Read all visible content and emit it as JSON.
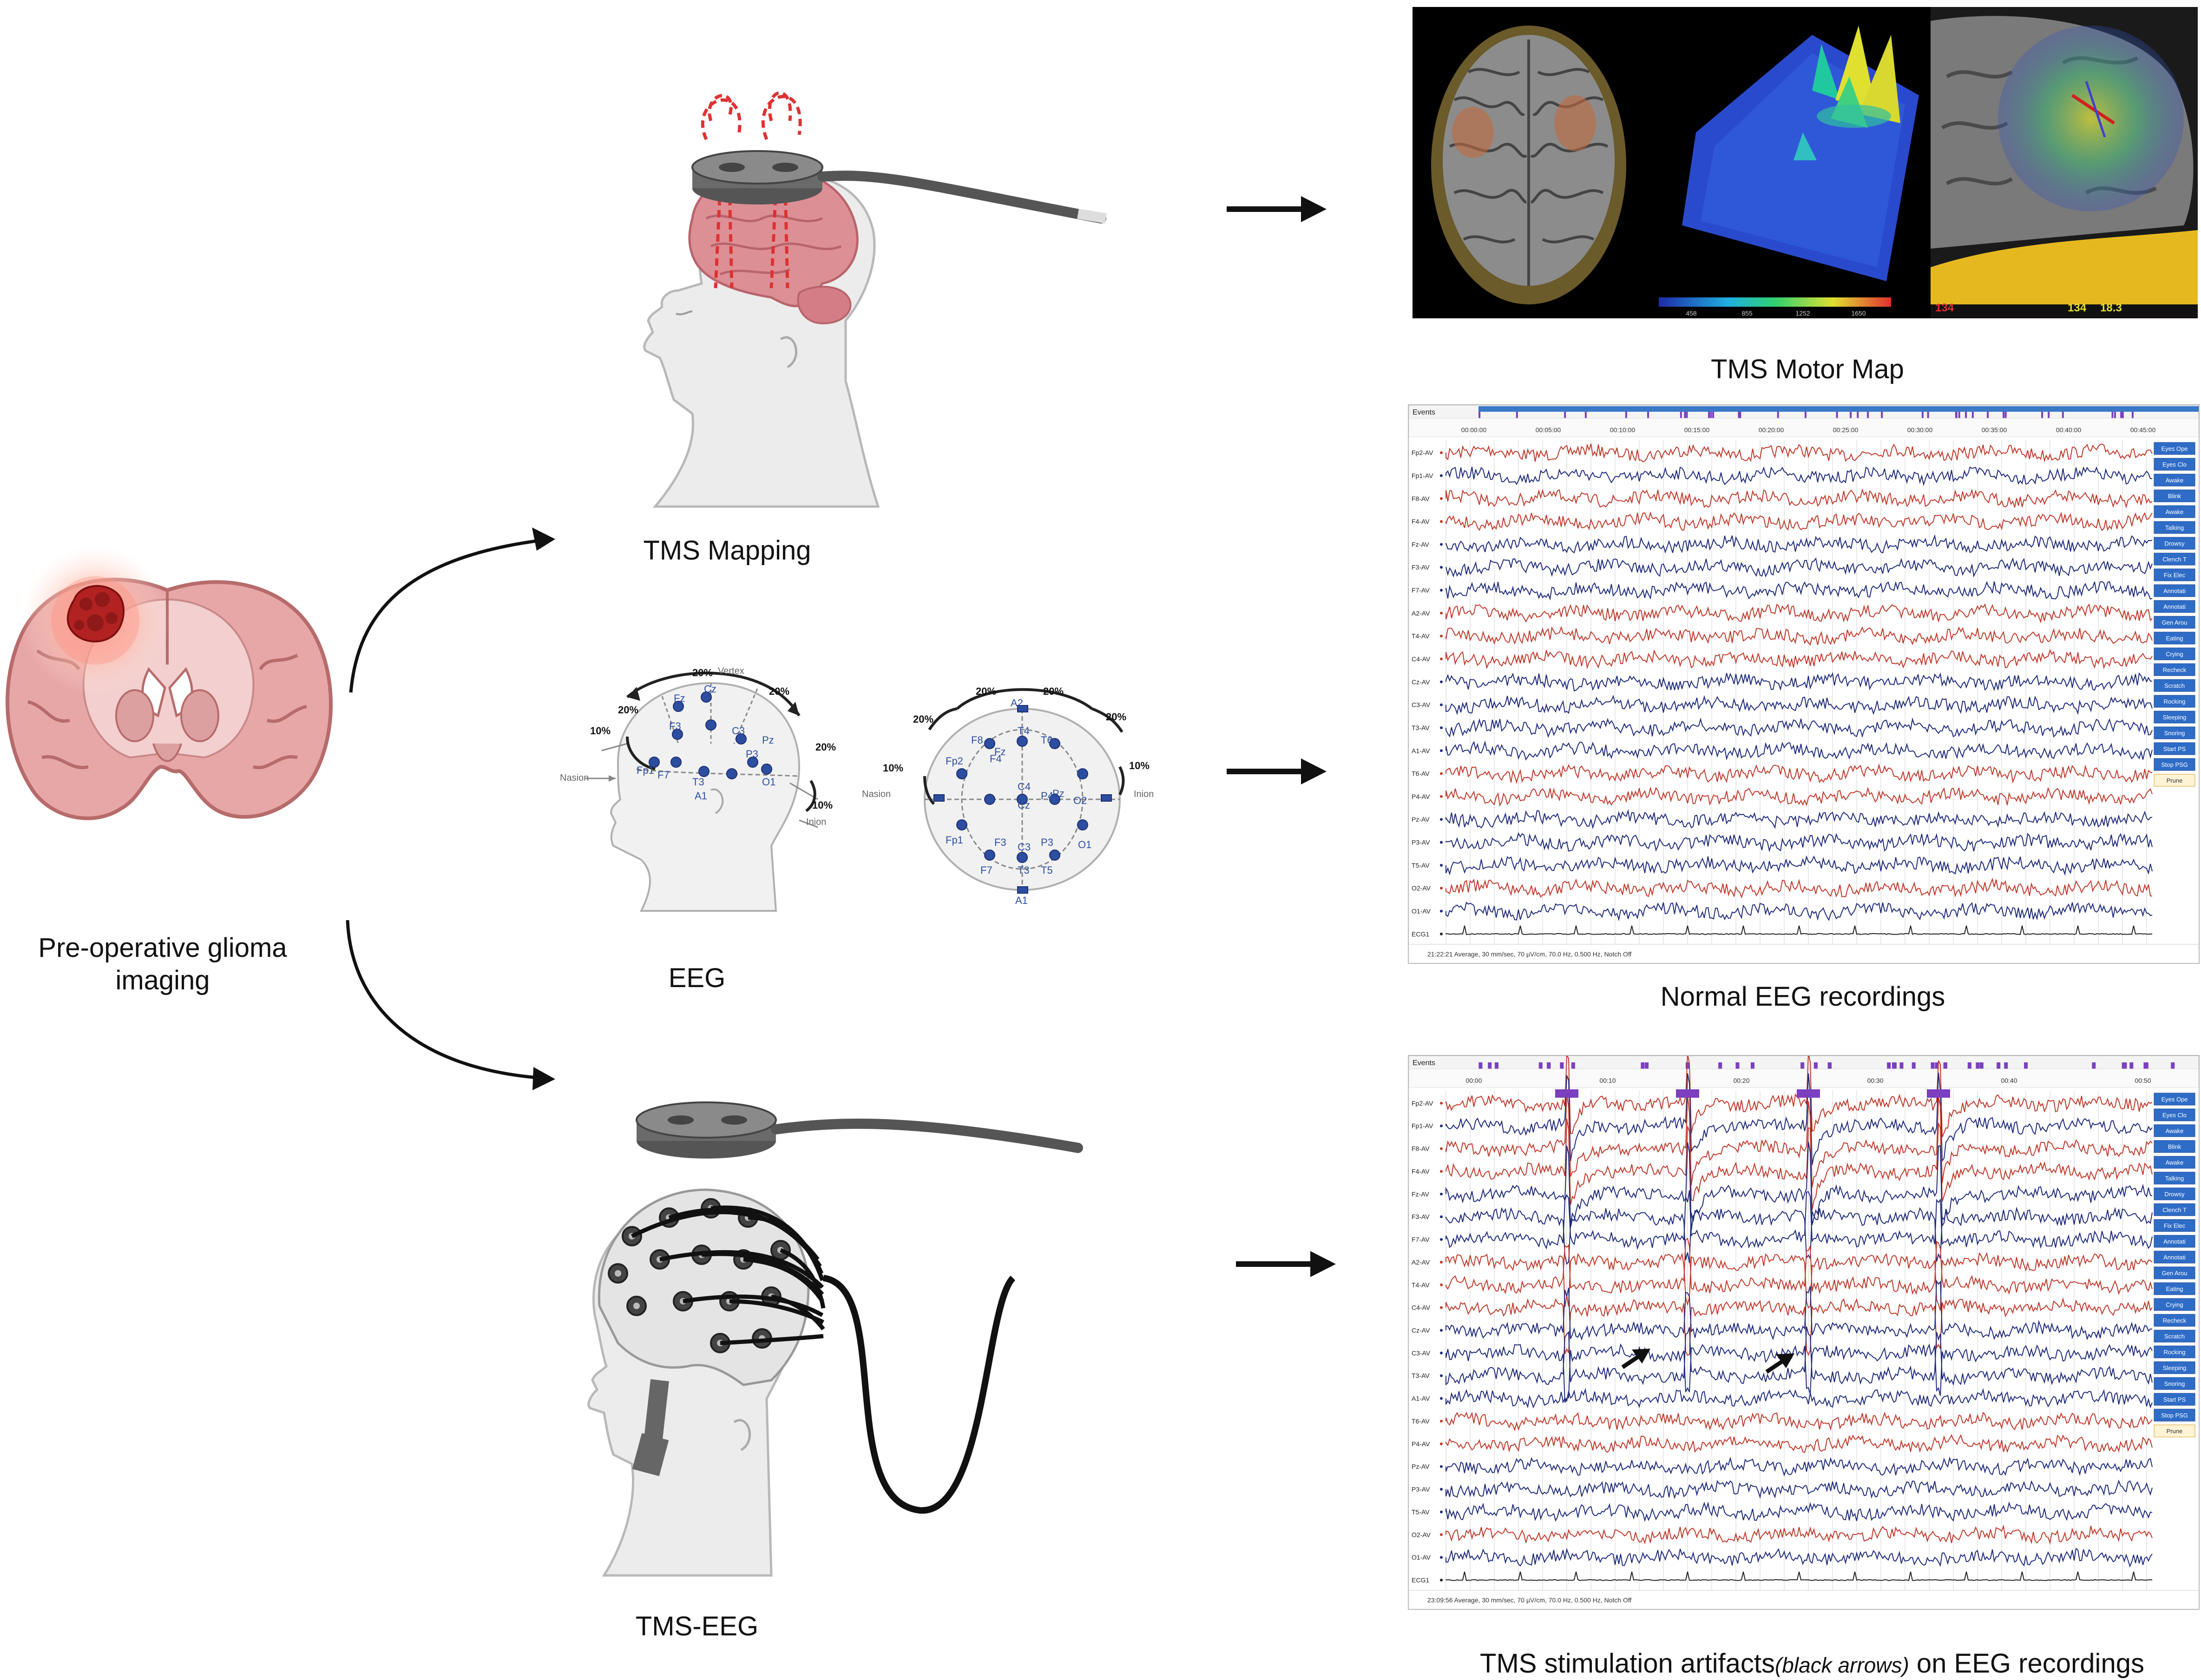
{
  "labels": {
    "glioma_line1": "Pre-operative glioma",
    "glioma_line2": "imaging",
    "tms_mapping": "TMS Mapping",
    "eeg": "EEG",
    "tms_eeg": "TMS-EEG",
    "tms_motor_map": "TMS Motor Map",
    "normal_eeg": "Normal EEG recordings",
    "artifact_caption_main": "TMS stimulation artifacts",
    "artifact_caption_italic": "(black arrows)",
    "artifact_caption_tail": " on EEG recordings"
  },
  "electrode_diagram": {
    "side": [
      "Fp1",
      "F7",
      "F3",
      "Fz",
      "Cz",
      "C3",
      "P3",
      "Pz",
      "T3",
      "O1",
      "A1"
    ],
    "top": [
      "Fp2",
      "F8",
      "F4",
      "Fz",
      "A2",
      "T4",
      "C4",
      "Cz",
      "T6",
      "P4",
      "Pz",
      "O2",
      "Fp1",
      "F3",
      "C3",
      "P3",
      "O1",
      "F7",
      "A1",
      "T3",
      "T5"
    ],
    "percent_20": "20%",
    "percent_10": "10%",
    "vertex": "Vertex",
    "nasion": "Nasion",
    "inion": "Inion"
  },
  "motor_map": {
    "value_red": "134",
    "value_yellow1": "134",
    "value_yellow2": "18.3",
    "colorbar_ticks": [
      "458",
      "855",
      "1252",
      "1650"
    ]
  },
  "eeg_normal": {
    "events_label": "Events",
    "times": [
      "00:00:00",
      "00:05:00",
      "00:10:00",
      "00:15:00",
      "00:20:00",
      "00:25:00",
      "00:30:00",
      "00:35:00",
      "00:40:00",
      "00:45:00"
    ],
    "channels": [
      "Fp2-AV",
      "Fp1-AV",
      "F8-AV",
      "F4-AV",
      "Fz-AV",
      "F3-AV",
      "F7-AV",
      "A2-AV",
      "T4-AV",
      "C4-AV",
      "Cz-AV",
      "C3-AV",
      "T3-AV",
      "A1-AV",
      "T6-AV",
      "P4-AV",
      "Pz-AV",
      "P3-AV",
      "T5-AV",
      "O2-AV",
      "O1-AV",
      "ECG1"
    ],
    "colors": [
      "#c0392b",
      "#1f2a7a",
      "#c0392b",
      "#c0392b",
      "#1f2a7a",
      "#1f2a7a",
      "#1f2a7a",
      "#c0392b",
      "#c0392b",
      "#c0392b",
      "#1f2a7a",
      "#1f2a7a",
      "#1f2a7a",
      "#1f2a7a",
      "#c0392b",
      "#c0392b",
      "#1f2a7a",
      "#1f2a7a",
      "#1f2a7a",
      "#c0392b",
      "#1f2a7a",
      "#222222"
    ],
    "footer": "21:22:21  Average, 30 mm/sec, 70 µV/cm, 70.0 Hz, 0.500 Hz, Notch Off"
  },
  "eeg_tms": {
    "events_label": "Events",
    "times": [
      "00:00",
      "00:10",
      "00:20",
      "00:30",
      "00:40",
      "00:50"
    ],
    "channels": [
      "Fp2-AV",
      "Fp1-AV",
      "F8-AV",
      "F4-AV",
      "Fz-AV",
      "F3-AV",
      "F7-AV",
      "A2-AV",
      "T4-AV",
      "C4-AV",
      "Cz-AV",
      "C3-AV",
      "T3-AV",
      "A1-AV",
      "T6-AV",
      "P4-AV",
      "Pz-AV",
      "P3-AV",
      "T5-AV",
      "O2-AV",
      "O1-AV",
      "ECG1"
    ],
    "colors": [
      "#c0392b",
      "#1f2a7a",
      "#c0392b",
      "#c0392b",
      "#1f2a7a",
      "#1f2a7a",
      "#1f2a7a",
      "#c0392b",
      "#c0392b",
      "#c0392b",
      "#1f2a7a",
      "#1f2a7a",
      "#1f2a7a",
      "#1f2a7a",
      "#c0392b",
      "#c0392b",
      "#1f2a7a",
      "#1f2a7a",
      "#1f2a7a",
      "#c0392b",
      "#1f2a7a",
      "#222222"
    ],
    "footer": "23:09:56  Average, 30 mm/sec, 70 µV/cm, 70.0 Hz, 0.500 Hz, Notch Off"
  },
  "event_buttons": [
    "Eyes Ope",
    "Eyes Clo",
    "Awake",
    "Blink",
    "Awake",
    "Talking",
    "Drowsy",
    "Clench T",
    "Fix Elec",
    "Annotati",
    "Annotati",
    "Gen Arou",
    "Eating",
    "Crying",
    "Recheck",
    "Scratch",
    "Rocking",
    "Sleeping",
    "Snoring",
    "Start PS",
    "Stop PSG",
    "Prune"
  ],
  "colors": {
    "eeg_red": "#c0392b",
    "eeg_blue": "#1f2a7a",
    "button_blue": "#2e6cc7",
    "event_purple": "#7b3fbf",
    "brain_pink": "#e8a0a0",
    "tumor_red": "#b22222"
  }
}
